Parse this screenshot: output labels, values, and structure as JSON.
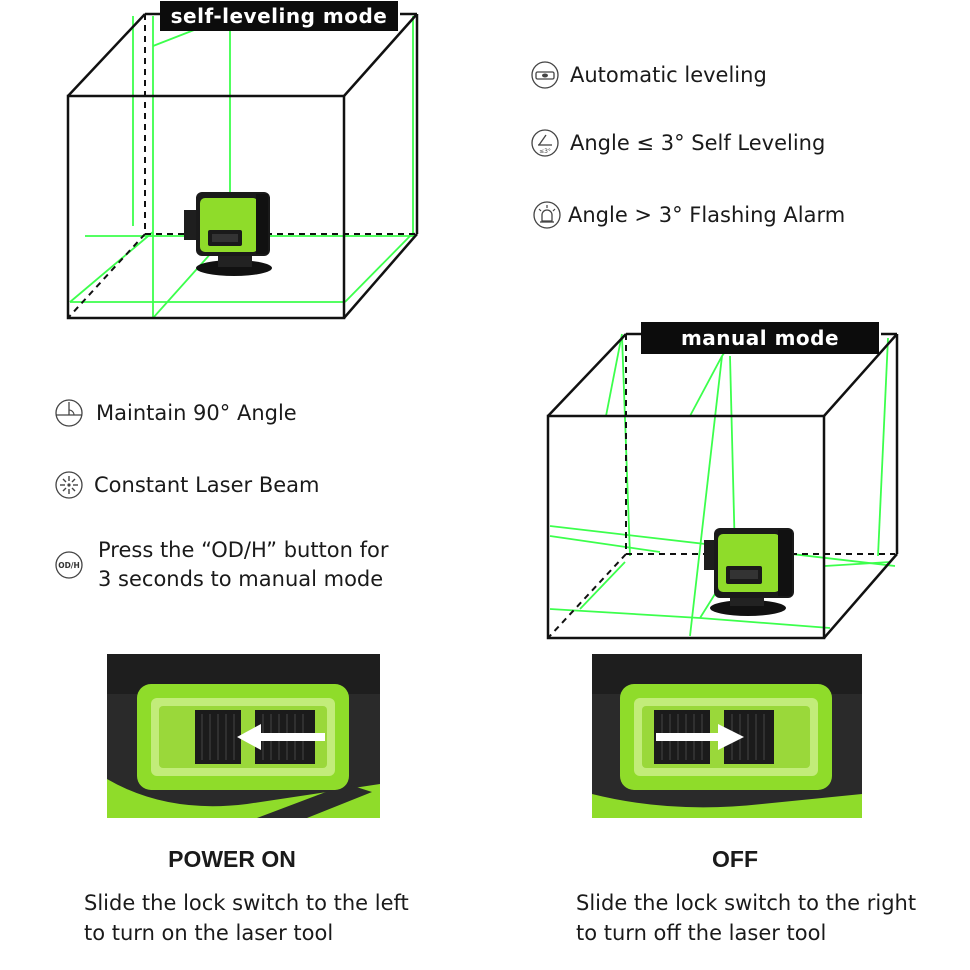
{
  "self_leveling": {
    "label": "self-leveling mode",
    "features": [
      {
        "icon": "level-bubble-icon",
        "text": "Automatic leveling"
      },
      {
        "icon": "angle-tilt-icon",
        "text": "Angle ≤ 3° Self Leveling",
        "icon_text": "≤3°"
      },
      {
        "icon": "alarm-light-icon",
        "text": "Angle  > 3° Flashing Alarm"
      }
    ]
  },
  "manual": {
    "label": "manual mode",
    "features": [
      {
        "icon": "right-angle-icon",
        "text": "Maintain 90° Angle"
      },
      {
        "icon": "laser-beam-icon",
        "text": "Constant Laser Beam"
      },
      {
        "icon": "od-h-button-icon",
        "icon_text": "OD/H",
        "line1": "Press the “OD/H” button for",
        "line2": "3 seconds to manual mode"
      }
    ]
  },
  "power_on": {
    "caption": "POWER ON",
    "line1": "Slide the lock switch to the left",
    "line2": "to turn on the laser tool"
  },
  "power_off": {
    "caption": "OFF",
    "line1": "Slide the lock switch to the right",
    "line2": "to turn off the laser tool"
  },
  "colors": {
    "laser_green": "#39ff4a",
    "device_green": "#8fdc2a",
    "device_black": "#161616",
    "label_bg": "#0c0c0c"
  }
}
